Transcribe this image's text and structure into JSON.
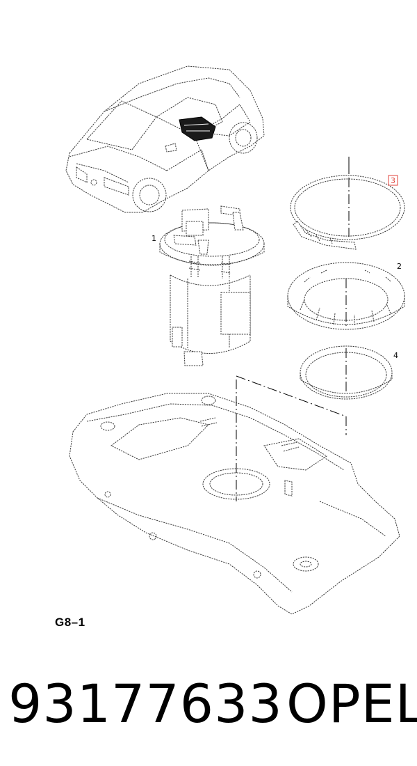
{
  "diagram": {
    "callouts": [
      {
        "id": "callout-1",
        "label": "1"
      },
      {
        "id": "callout-2",
        "label": "2"
      },
      {
        "id": "callout-3",
        "label": "3",
        "highlight_color": "#e0413a"
      },
      {
        "id": "callout-4",
        "label": "4"
      }
    ],
    "figure_code": "G8–1"
  },
  "footer": {
    "part_number": "93177633",
    "brand": "OPEL"
  },
  "colors": {
    "line": "#3a3a3a",
    "ink": "#000000",
    "highlight": "#e0413a"
  }
}
